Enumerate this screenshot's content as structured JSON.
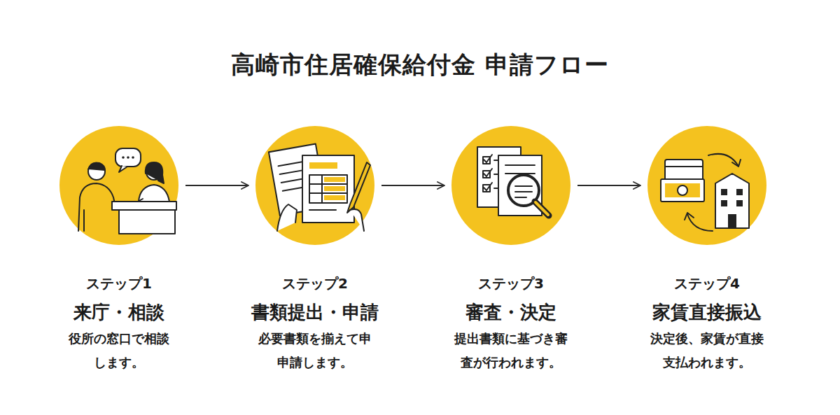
{
  "diagram": {
    "title": "高崎市住居確保給付金 申請フロー",
    "nodes": [
      {
        "text": [
          "ステップ1",
          "来庁・相談",
          "役所の窓口で相談 します。"
        ]
      },
      {
        "text": [
          "ステップ2",
          "書類提出・申請",
          "必要書類を揃えて申 申請します。"
        ]
      },
      {
        "text": [
          "ステップ3",
          "審査・決定",
          "提出書類に基づき審 査が行われます。"
        ]
      },
      {
        "text": [
          "ステップ4",
          "家賃直接振込",
          "決定後、家賃が直接 支払われます。"
        ]
      }
    ],
    "edges": [
      {
        "from": 0,
        "to": 1,
        "arrow": "to"
      },
      {
        "from": 1,
        "to": 2,
        "arrow": "to"
      },
      {
        "from": 2,
        "to": 3,
        "arrow": "to"
      }
    ]
  }
}
